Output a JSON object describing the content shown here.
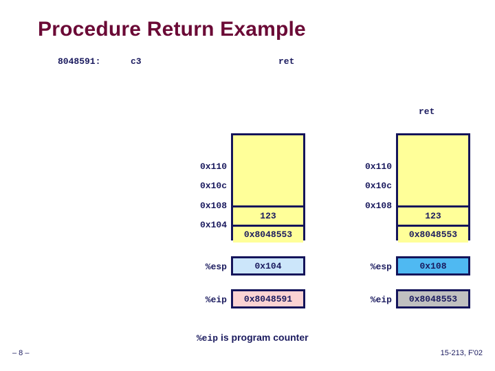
{
  "slide": {
    "title": "Procedure Return Example",
    "colors": {
      "title": "#6b0a36",
      "navy": "#1a1a5e",
      "border": "#14145a",
      "stack_fill": "#ffff99",
      "esp_before": "#cce6fa",
      "esp_after": "#4fb9f2",
      "eip_before": "#fbd3d3",
      "eip_after": "#c0c0c0",
      "background": "#ffffff"
    }
  },
  "instruction": {
    "address": "8048591:",
    "bytes": "c3",
    "mnemonic": "ret"
  },
  "after_label": "ret",
  "stacks": [
    {
      "id": "stack-before",
      "side": "left",
      "address_labels": [
        "0x110",
        "0x10c",
        "0x108",
        "0x104"
      ],
      "cells": [
        {
          "name": "empty",
          "value": ""
        },
        {
          "name": "value",
          "value": "123"
        },
        {
          "name": "return-address",
          "value": "0x8048553"
        }
      ]
    },
    {
      "id": "stack-after",
      "side": "right",
      "address_labels": [
        "0x110",
        "0x10c",
        "0x108"
      ],
      "cells": [
        {
          "name": "empty",
          "value": ""
        },
        {
          "name": "value",
          "value": "123"
        },
        {
          "name": "return-address",
          "value": "0x8048553"
        }
      ]
    }
  ],
  "registers": {
    "before": {
      "esp_name": "%esp",
      "esp_value": "0x104",
      "eip_name": "%eip",
      "eip_value": "0x8048591"
    },
    "after": {
      "esp_name": "%esp",
      "esp_value": "0x108",
      "eip_name": "%eip",
      "eip_value": "0x8048553"
    }
  },
  "caption": {
    "mono": "%eip",
    "text": " is program counter"
  },
  "footer": {
    "page": "– 8 –",
    "course": "15-213, F'02"
  }
}
